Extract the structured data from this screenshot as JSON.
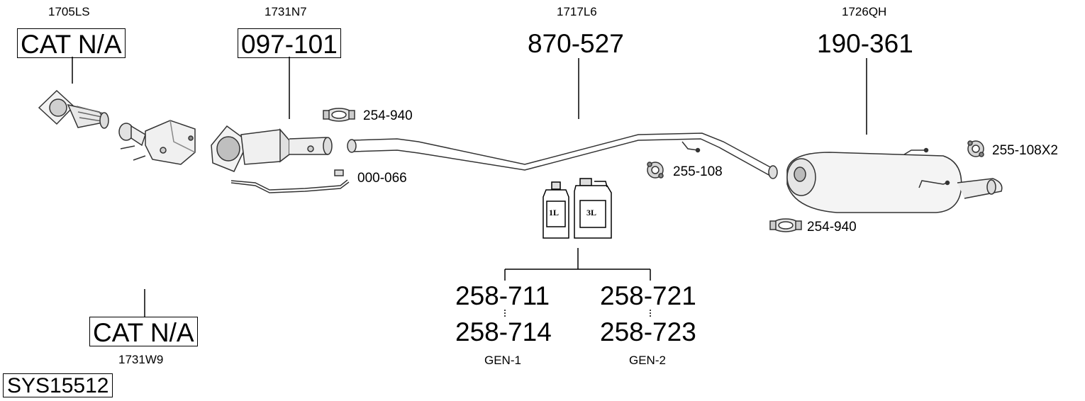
{
  "system_code": "SYS15512",
  "parts": {
    "p1": {
      "ref": "1705LS",
      "number": "CAT N/A"
    },
    "p2": {
      "ref": "1731N7",
      "number": "097-101"
    },
    "p3": {
      "ref": "1717L6",
      "number": "870-527"
    },
    "p4": {
      "ref": "1726QH",
      "number": "190-361"
    },
    "p5": {
      "ref": "1731W9",
      "number": "CAT N/A"
    }
  },
  "accessories": {
    "clamp_front": "254-940",
    "sensor_pipe": "000-066",
    "mount_mid": "255-108",
    "mount_rear": "255-108X2",
    "clamp_rear": "254-940"
  },
  "fluids": {
    "bottle_1l": "1L",
    "can_3l": "3L",
    "gen1": {
      "top": "258-711",
      "bottom": "258-714",
      "label": "GEN-1"
    },
    "gen2": {
      "top": "258-721",
      "bottom": "258-723",
      "label": "GEN-2"
    }
  }
}
